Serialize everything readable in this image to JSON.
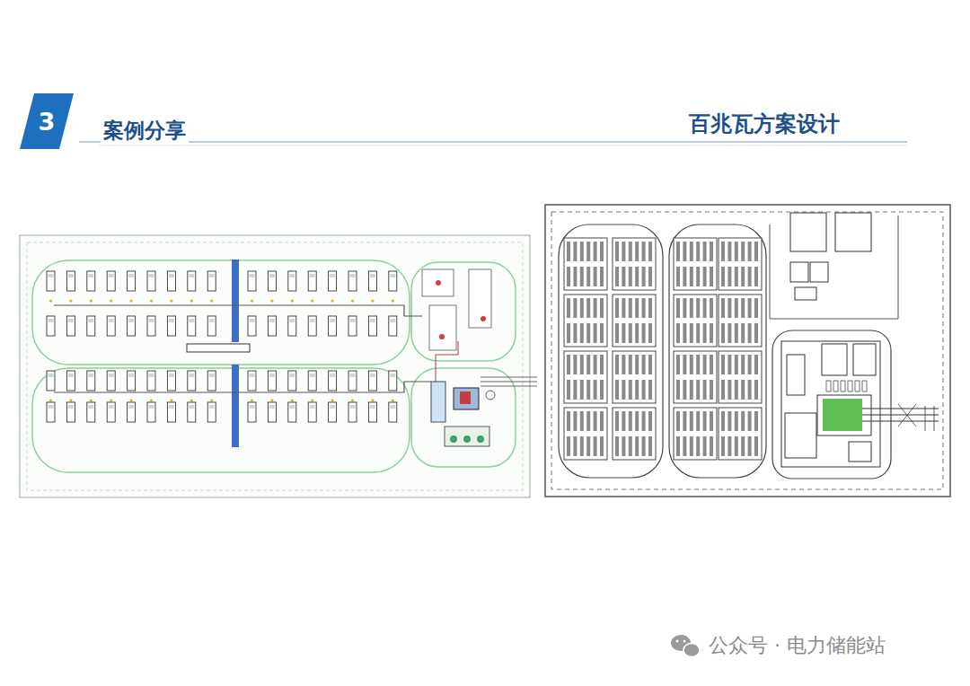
{
  "diagram": {
    "title": "案例分享",
    "nodes": [
      {
        "text": [
          "3"
        ]
      }
    ],
    "labels": [
      "百兆瓦方案设计",
      "公众号 · 电力储能站"
    ]
  }
}
